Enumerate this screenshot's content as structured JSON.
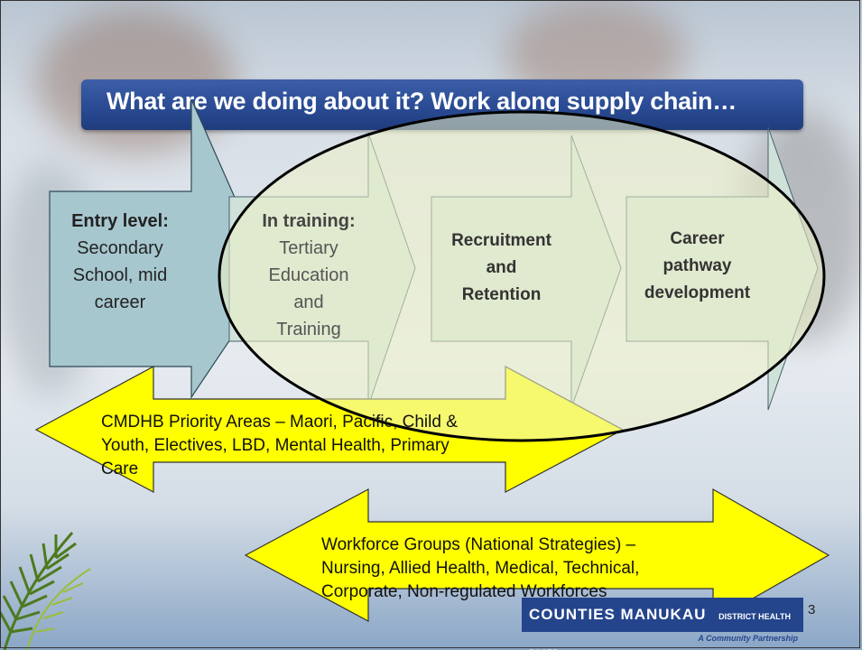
{
  "slide": {
    "title": "What are we doing about it? Work along supply chain…",
    "page_number": "3"
  },
  "entry_box": {
    "heading": "Entry level:",
    "lines": [
      "Secondary",
      "School, mid",
      "career"
    ]
  },
  "stages": [
    {
      "heading": "In training:",
      "lines": [
        "Tertiary",
        "Education",
        "and",
        "Training"
      ]
    },
    {
      "heading_lines": [
        "Recruitment",
        "and",
        "Retention"
      ]
    },
    {
      "heading_lines": [
        "Career",
        "pathway",
        "development"
      ]
    }
  ],
  "priority_arrow": {
    "lines": [
      "CMDHB Priority Areas – Maori, Pacific, Child &",
      "Youth, Electives, LBD, Mental Health, Primary",
      "Care"
    ]
  },
  "workforce_arrow": {
    "lines": [
      "Workforce Groups (National Strategies) –",
      "Nursing, Allied Health, Medical, Technical,",
      "Corporate, Non-regulated Workforces"
    ]
  },
  "logo": {
    "name": "COUNTIES MANUKAU",
    "suffix": "DISTRICT HEALTH BOARD",
    "tagline": "A Community Partnership"
  },
  "colors": {
    "banner": "#2a4b94",
    "entry_fill": "#a7c7cf",
    "stage_fill": "#cfe1d9",
    "yellow": "#ffff00",
    "ellipse_fill": "#e8efc6"
  }
}
